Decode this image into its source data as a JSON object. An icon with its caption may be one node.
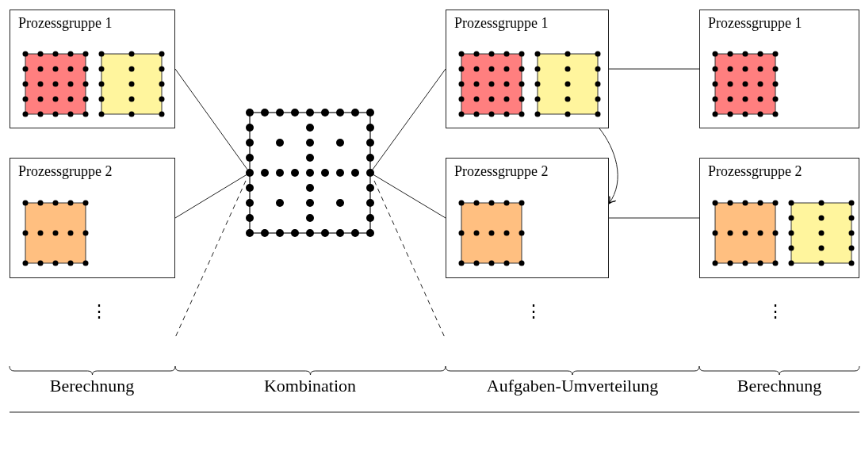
{
  "diagram": {
    "nodes": [
      {
        "text": [
          "Prozessgruppe 1"
        ]
      },
      {
        "text": [
          "Prozessgruppe 2"
        ]
      },
      {
        "text": [],
        "shape": "box"
      },
      {
        "text": [
          "Prozessgruppe 1"
        ]
      },
      {
        "text": [
          "Prozessgruppe 2"
        ]
      },
      {
        "text": [
          "Prozessgruppe 1"
        ]
      },
      {
        "text": [
          "Prozessgruppe 2"
        ]
      }
    ],
    "edges": [
      {
        "from": 0,
        "to": 2,
        "arrow": "none"
      },
      {
        "from": 1,
        "to": 2,
        "arrow": "none"
      },
      {
        "from": 2,
        "to": null,
        "arrow": "none",
        "style": "dashed"
      },
      {
        "from": 2,
        "to": 3,
        "arrow": "none"
      },
      {
        "from": 2,
        "to": 4,
        "arrow": "none"
      },
      {
        "from": 2,
        "to": null,
        "arrow": "none",
        "style": "dashed"
      },
      {
        "from": 3,
        "to": 4,
        "arrow": "to"
      },
      {
        "from": 3,
        "to": 5,
        "arrow": "none"
      },
      {
        "from": 4,
        "to": 6,
        "arrow": "none"
      }
    ],
    "labels": [
      "⋮",
      "⋮",
      "⋮",
      "Berechnung",
      "Kombination",
      "Aufgaben-Umverteilung",
      "Berechnung"
    ]
  }
}
